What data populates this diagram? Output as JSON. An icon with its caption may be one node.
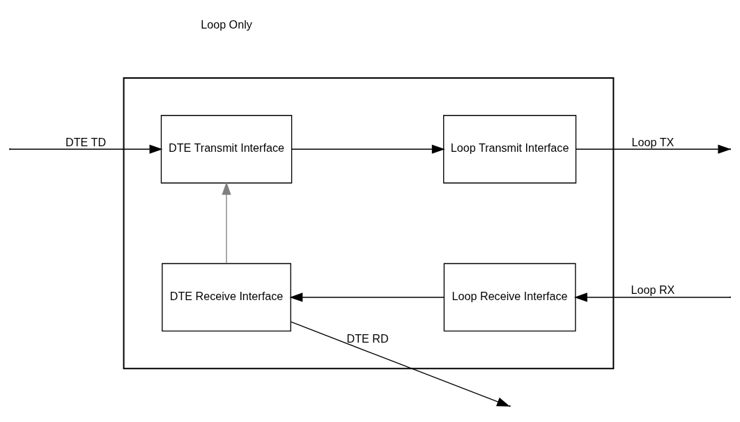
{
  "diagram": {
    "nodes": [
      {
        "text": [],
        "shape": "box"
      },
      {
        "text": [
          "DTE Transmit Interface"
        ],
        "in": 0
      },
      {
        "text": [
          "DTE Receive Interface"
        ],
        "in": 0
      },
      {
        "text": [
          "Loop Transmit Interface"
        ],
        "in": 0
      },
      {
        "text": [
          "Loop Receive Interface"
        ],
        "in": 0
      }
    ],
    "edges": [
      {
        "from": null,
        "to": 1,
        "arrow": "to",
        "label": "DTE TD"
      },
      {
        "from": 1,
        "to": 3,
        "arrow": "to"
      },
      {
        "from": 3,
        "to": null,
        "arrow": "to",
        "label": "Loop TX"
      },
      {
        "from": null,
        "to": 4,
        "arrow": "to",
        "label": "Loop RX"
      },
      {
        "from": 4,
        "to": 2,
        "arrow": "to"
      },
      {
        "from": 2,
        "to": null,
        "arrow": "to",
        "label": "DTE RD"
      },
      {
        "from": 2,
        "to": 1,
        "arrow": "to",
        "color": "#808080"
      }
    ],
    "labels": [
      "Loop Only"
    ]
  }
}
